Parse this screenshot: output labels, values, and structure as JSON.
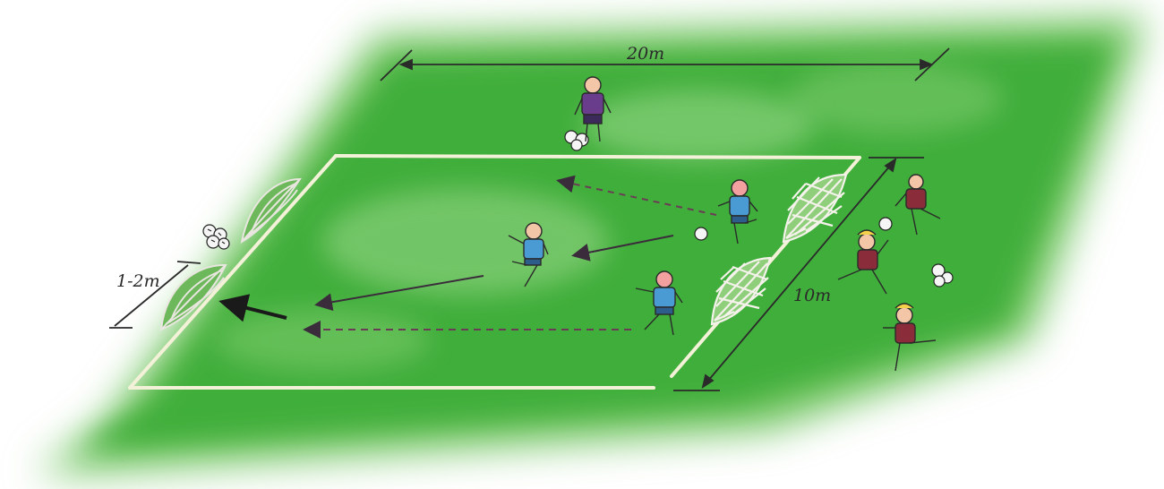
{
  "diagram": {
    "labels": {
      "width": "20m",
      "depth": "10m",
      "goal_width": "1-2m"
    },
    "colors": {
      "grass": "#3fae3a",
      "grass_light": "#8fd27c",
      "line": "#f3f1d8",
      "arrow": "#3b2c3c",
      "dashed_arrow": "#6b3c55",
      "blue_team": "#4a9bd3",
      "purple_keeper": "#6a3d8c",
      "maroon_team": "#8a2c3a"
    }
  }
}
